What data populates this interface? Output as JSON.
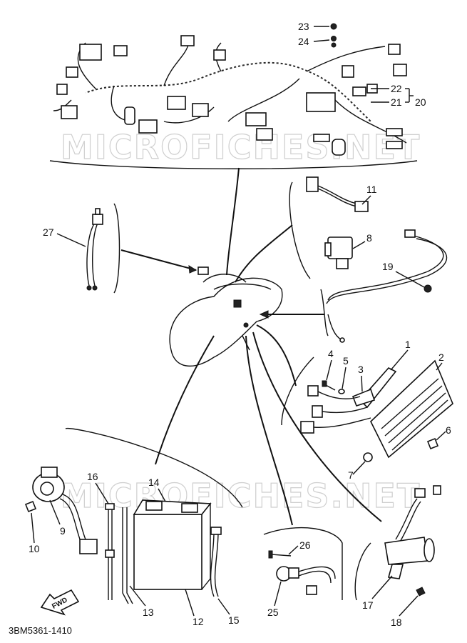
{
  "callouts": {
    "c1": "1",
    "c2": "2",
    "c3": "3",
    "c4": "4",
    "c5": "5",
    "c6": "6",
    "c7": "7",
    "c8": "8",
    "c9": "9",
    "c10": "10",
    "c11": "11",
    "c12": "12",
    "c13": "13",
    "c14": "14",
    "c15": "15",
    "c16": "16",
    "c17": "17",
    "c18": "18",
    "c19": "19",
    "c20": "20",
    "c21": "21",
    "c22": "22",
    "c23": "23",
    "c24": "24",
    "c25": "25",
    "c26": "26",
    "c27": "27"
  },
  "fwd_arrow": "FWD",
  "diagram_code": "3BM5361-1410",
  "watermark_top": "MICROFICHES.NET",
  "watermark_bottom": "MICROFICHES.NET"
}
